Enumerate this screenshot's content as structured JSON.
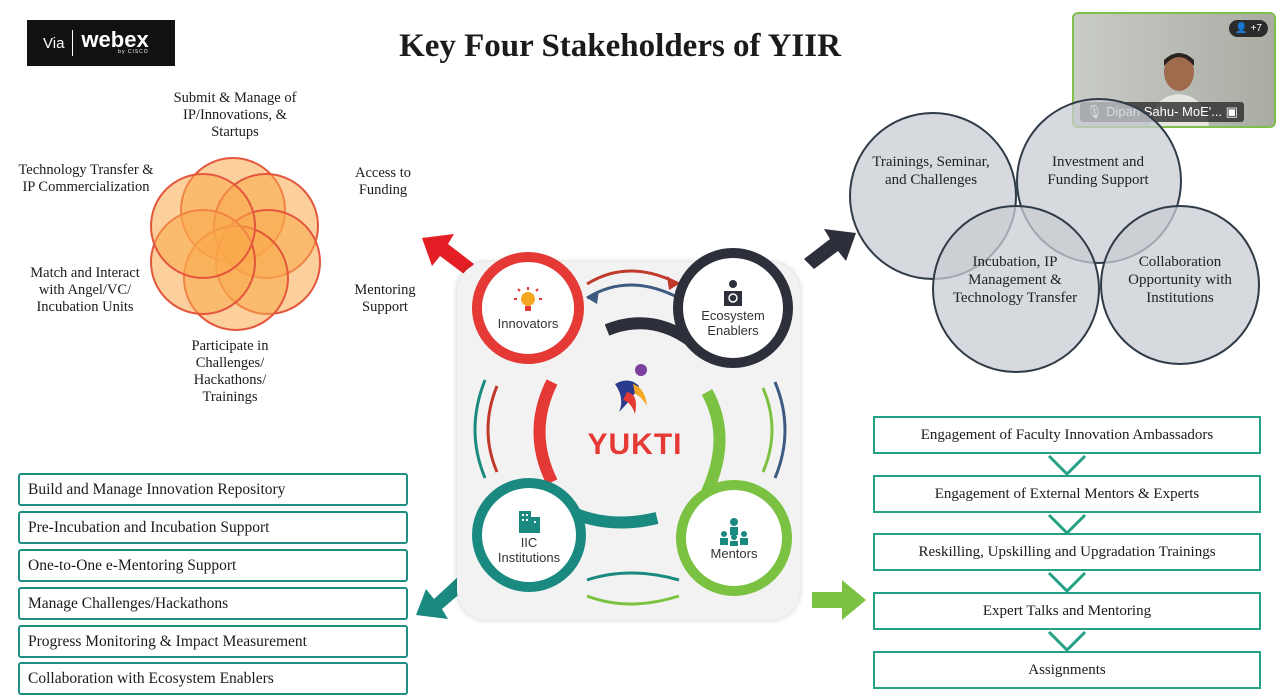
{
  "badge": {
    "via": "Via",
    "brand": "webex",
    "sub": "by CISCO"
  },
  "title": "Key Four Stakeholders of YIIR",
  "left_labels": {
    "submit": "Submit & Manage of IP/Innovations, & Startups",
    "tech": "Technology Transfer & IP Commercialization",
    "funding": "Access to Funding",
    "match": "Match and Interact with Angel/VC/ Incubation Units",
    "mentoring": "Mentoring Support",
    "participate": "Participate in Challenges/ Hackathons/ Trainings"
  },
  "video": {
    "name": "Dipan Sahu- MoE'...",
    "count": "+7"
  },
  "right_circles": {
    "trainings": "Trainings, Seminar, and Challenges",
    "investment": "Investment and Funding Support",
    "incubation": "Incubation, IP Management & Technology Transfer",
    "collab": "Collaboration Opportunity with Institutions"
  },
  "hub": {
    "innovators": "Innovators",
    "enablers": "Ecosystem Enablers",
    "institutions": "IIC Institutions",
    "mentors": "Mentors",
    "logo": "YUKTI"
  },
  "left_boxes": [
    "Build and Manage Innovation  Repository",
    "Pre-Incubation and  Incubation Support",
    "One-to-One e-Mentoring Support",
    "Manage Challenges/Hackathons",
    "Progress Monitoring & Impact  Measurement",
    "Collaboration with Ecosystem Enablers"
  ],
  "right_boxes": [
    "Engagement of Faculty  Innovation Ambassadors",
    "Engagement of  External  Mentors & Experts",
    "Reskilling, Upskilling and  Upgradation Trainings",
    "Expert Talks and Mentoring",
    "Assignments"
  ],
  "colors": {
    "red": "#e53935",
    "dark": "#2d2f3a",
    "teal": "#1a8a80",
    "green": "#7cc242",
    "orange": "#f9a94b"
  }
}
